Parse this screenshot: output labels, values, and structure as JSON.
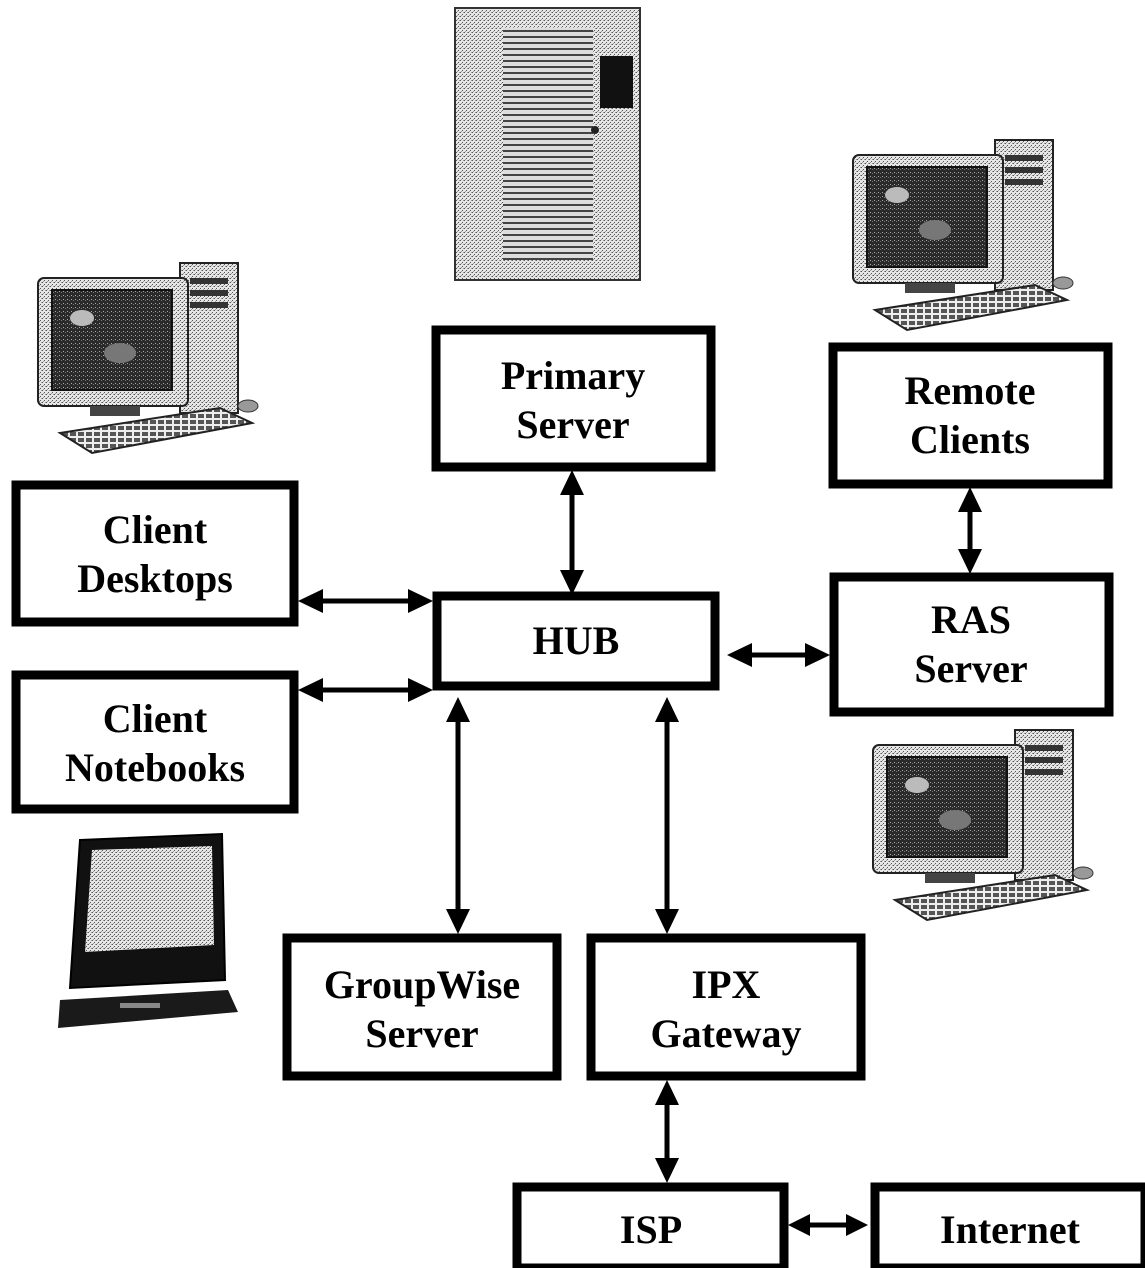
{
  "nodes": {
    "primary_server": {
      "lines": [
        "Primary",
        "Server"
      ]
    },
    "remote_clients": {
      "lines": [
        "Remote",
        "Clients"
      ]
    },
    "client_desktops": {
      "lines": [
        "Client",
        "Desktops"
      ]
    },
    "hub": {
      "lines": [
        "HUB"
      ]
    },
    "ras_server": {
      "lines": [
        "RAS",
        "Server"
      ]
    },
    "client_notebooks": {
      "lines": [
        "Client",
        "Notebooks"
      ]
    },
    "groupwise_server": {
      "lines": [
        "GroupWise",
        "Server"
      ]
    },
    "ipx_gateway": {
      "lines": [
        "IPX",
        "Gateway"
      ]
    },
    "isp": {
      "lines": [
        "ISP"
      ]
    },
    "internet": {
      "lines": [
        "Internet"
      ]
    }
  },
  "connections": [
    {
      "from": "primary_server",
      "to": "hub",
      "direction": "both"
    },
    {
      "from": "client_desktops",
      "to": "hub",
      "direction": "both"
    },
    {
      "from": "client_notebooks",
      "to": "hub",
      "direction": "both"
    },
    {
      "from": "hub",
      "to": "ras_server",
      "direction": "both"
    },
    {
      "from": "remote_clients",
      "to": "ras_server",
      "direction": "both"
    },
    {
      "from": "hub",
      "to": "groupwise_server",
      "direction": "both"
    },
    {
      "from": "hub",
      "to": "ipx_gateway",
      "direction": "both"
    },
    {
      "from": "ipx_gateway",
      "to": "isp",
      "direction": "both"
    },
    {
      "from": "isp",
      "to": "internet",
      "direction": "both"
    }
  ],
  "images": [
    {
      "id": "tower-server",
      "icon": "server-tower-icon"
    },
    {
      "id": "desktop-left",
      "icon": "desktop-computer-icon"
    },
    {
      "id": "desktop-top-right",
      "icon": "desktop-computer-icon"
    },
    {
      "id": "desktop-right",
      "icon": "desktop-computer-icon"
    },
    {
      "id": "laptop",
      "icon": "laptop-icon"
    }
  ],
  "colors": {
    "ink": "#000000",
    "background": "#ffffff",
    "photo_gray": "#8a8a8a"
  }
}
